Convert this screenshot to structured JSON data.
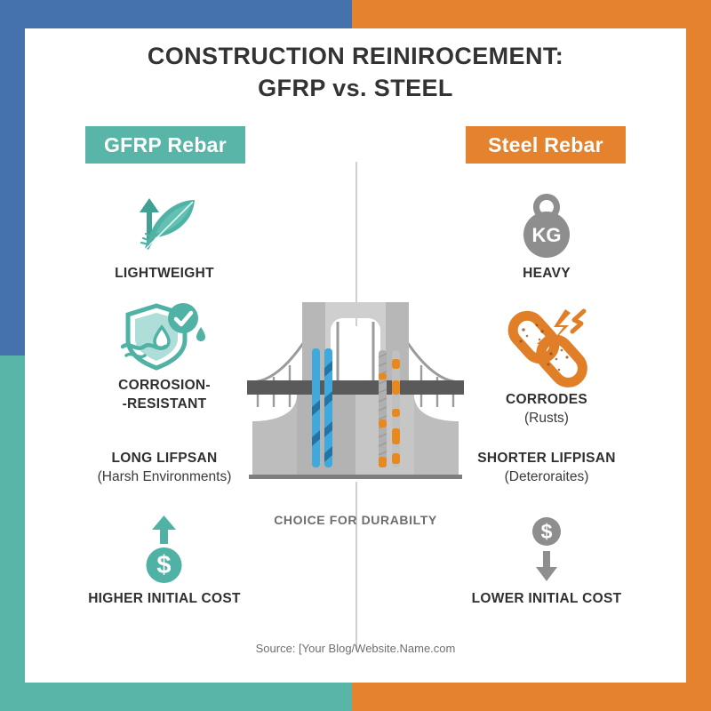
{
  "frame": {
    "color_blue": "#4571ad",
    "color_teal": "#58b5a8",
    "color_orange": "#e4822e"
  },
  "title": {
    "line1": "CONSTRUCTION REINIROCEMENT:",
    "line2": "GFRP vs. STEEL"
  },
  "columns": {
    "gfrp": {
      "header": "GFRP Rebar",
      "accent": "#58b5a8",
      "features": [
        {
          "icon": "feather-up-arrow-icon",
          "label": "LIGHTWEIGHT",
          "sub": ""
        },
        {
          "icon": "shield-check-water-drop-icon",
          "label": "CORROSION-\n-RESISTANT",
          "label_line1": "CORROSION-",
          "label_line2": "-RESISTANT",
          "sub": ""
        },
        {
          "icon": "",
          "label": "LONG LIFPSAN",
          "sub": "(Harsh Environments)"
        },
        {
          "icon": "up-arrow-dollar-coin-icon",
          "label": "HIGHER INITIAL COST",
          "sub": ""
        }
      ]
    },
    "steel": {
      "header": "Steel Rebar",
      "accent": "#e4822e",
      "features": [
        {
          "icon": "kettlebell-weight-kg-icon",
          "icon_text": "KG",
          "label": "HEAVY",
          "sub": ""
        },
        {
          "icon": "broken-rusty-chain-icon",
          "label": "CORRODES",
          "sub": "(Rusts)"
        },
        {
          "icon": "",
          "label": "SHORTER LIFPISAN",
          "sub": "(Deteroraites)"
        },
        {
          "icon": "dollar-coin-down-arrow-icon",
          "label": "LOWER INITIAL COST",
          "sub": ""
        }
      ]
    }
  },
  "center": {
    "illustration": "suspension-bridge-pier-rebar-illustration",
    "caption": "CHOICE FOR DURABILTY",
    "gfrp_rebar_color": "#3fa9dd",
    "steel_rebar_color": "#b9b9b9",
    "rust_color": "#e8891f"
  },
  "footer": {
    "source": "Source: [Your Blog/Website.Name.com"
  }
}
